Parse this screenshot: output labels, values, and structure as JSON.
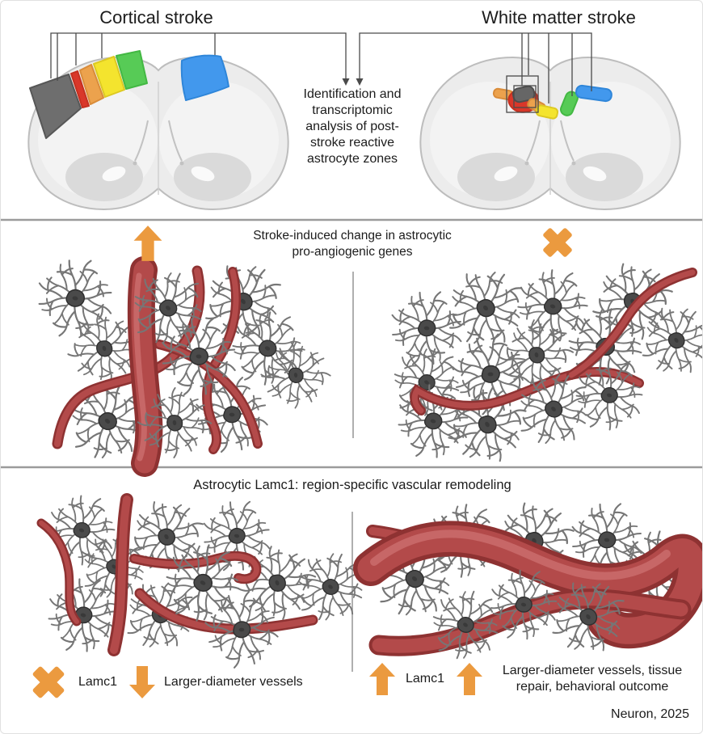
{
  "figure": {
    "top": {
      "left_panel_title": "Cortical stroke",
      "right_panel_title": "White matter stroke",
      "caption": "Identification and transcriptomic analysis of post-stroke reactive astrocyte zones"
    },
    "middle": {
      "caption": "Stroke-induced change in astrocytic pro-angiogenic genes",
      "left_indicator_icon": "up-arrow",
      "right_indicator_icon": "cross"
    },
    "bottom": {
      "caption": "Astrocytic Lamc1: region-specific vascular remodeling",
      "left_gene": "Lamc1",
      "left_gene_icon": "cross",
      "left_effect_icon": "down-arrow",
      "left_effect": "Larger-diameter vessels",
      "right_gene": "Lamc1",
      "right_gene_icon": "up-arrow",
      "right_effect_icon": "up-arrow",
      "right_effect": "Larger-diameter vessels, tissue repair, behavioral outcome"
    },
    "credit": "Neuron, 2025"
  },
  "colors": {
    "accent_orange": "#EB9A3F",
    "vessel_dark": "#8E3232",
    "vessel_mid": "#B34A4A",
    "vessel_light": "#C96A6A",
    "zone_gray": "#6E6E6E",
    "zone_red": "#D9372A",
    "zone_orange": "#ECA24D",
    "zone_yellow": "#F4E42E",
    "zone_green": "#57CB56",
    "zone_blue": "#4298ED",
    "divider": "#9B9B9B",
    "connector": "#4A4A4A",
    "text": "#1C1C1C",
    "brain_fill": "#ECECEC",
    "brain_stroke": "#BDBDBD"
  }
}
